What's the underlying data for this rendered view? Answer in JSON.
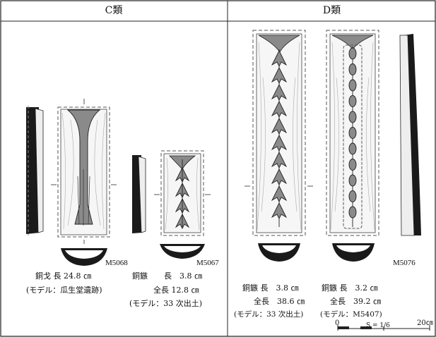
{
  "headers": {
    "c": "C類",
    "d": "D類"
  },
  "codes": {
    "m5068": "M5068",
    "m5067": "M5067",
    "m5076": "M5076"
  },
  "c_labels": {
    "dohka": "銅戈 長 24.8 ㎝",
    "dohka_model": "(モデル：瓜生堂遺跡)",
    "dozoku_a": "銅鏃",
    "dozoku_a_len": "長　3.8 ㎝",
    "dozoku_a_total": "全長 12.8 ㎝",
    "dozoku_a_model": "(モデル：33 次出土)"
  },
  "d_labels": {
    "left_len": "銅鏃 長　3.8 ㎝",
    "left_total": "全長　38.6 ㎝",
    "left_model": "(モデル：33 次出土)",
    "right_len": "銅鏃 長　3.2 ㎝",
    "right_total": "全長　39.2 ㎝",
    "right_model": "(モデル：M5407)"
  },
  "scale": {
    "start": "0",
    "ratio": "S = 1/6",
    "end": "20㎝"
  },
  "colors": {
    "line": "#222222",
    "gray": "#8a8a8a",
    "dark": "#1a1a1a",
    "paper": "#ffffff"
  }
}
